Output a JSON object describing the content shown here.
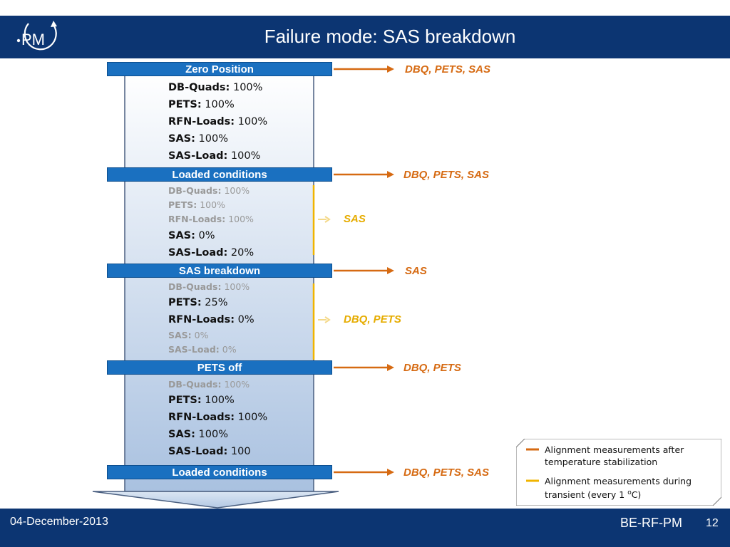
{
  "title": "Failure mode: SAS breakdown",
  "logo": "PM",
  "footer": {
    "date": "04-December-2013",
    "org": "BE-RF-PM",
    "page": "12"
  },
  "colors": {
    "header": "#0c3572",
    "stage": "#1a70c0",
    "orange": "#d66a12",
    "yellow": "#f0b400"
  },
  "stages": [
    {
      "label": "Zero Position",
      "measurement": "DBQ, PETS, SAS"
    },
    {
      "label": "Loaded conditions",
      "measurement": "DBQ, PETS, SAS"
    },
    {
      "label": "SAS breakdown",
      "measurement": "SAS"
    },
    {
      "label": "PETS off",
      "measurement": "DBQ, PETS"
    },
    {
      "label": "Loaded conditions",
      "measurement": "DBQ, PETS, SAS"
    }
  ],
  "transients": [
    {
      "measurement": "SAS"
    },
    {
      "measurement": "DBQ, PETS"
    }
  ],
  "blocks": [
    [
      {
        "name": "DB-Quads:",
        "value": "100%",
        "dim": false
      },
      {
        "name": "PETS:",
        "value": "100%",
        "dim": false
      },
      {
        "name": "RFN-Loads:",
        "value": "100%",
        "dim": false
      },
      {
        "name": "SAS:",
        "value": "100%",
        "dim": false
      },
      {
        "name": "SAS-Load:",
        "value": "100%",
        "dim": false
      }
    ],
    [
      {
        "name": "DB-Quads:",
        "value": "100%",
        "dim": true
      },
      {
        "name": "PETS:",
        "value": "100%",
        "dim": true
      },
      {
        "name": "RFN-Loads:",
        "value": "100%",
        "dim": true
      },
      {
        "name": "SAS:",
        "value": "0%",
        "dim": false
      },
      {
        "name": "SAS-Load:",
        "value": "20%",
        "dim": false
      }
    ],
    [
      {
        "name": "DB-Quads:",
        "value": "100%",
        "dim": true
      },
      {
        "name": "PETS:",
        "value": "25%",
        "dim": false
      },
      {
        "name": "RFN-Loads:",
        "value": "0%",
        "dim": false
      },
      {
        "name": "SAS:",
        "value": "0%",
        "dim": true
      },
      {
        "name": "SAS-Load:",
        "value": "0%",
        "dim": true
      }
    ],
    [
      {
        "name": "DB-Quads:",
        "value": "100%",
        "dim": true
      },
      {
        "name": "PETS:",
        "value": "100%",
        "dim": false
      },
      {
        "name": "RFN-Loads:",
        "value": "100%",
        "dim": false
      },
      {
        "name": "SAS:",
        "value": "100%",
        "dim": false
      },
      {
        "name": "SAS-Load:",
        "value": "100",
        "dim": false
      }
    ]
  ],
  "legend": {
    "orange_text": "Alignment measurements after temperature stabilization",
    "yellow_text_prefix": "Alignment measurements during transient (every 1 ",
    "yellow_text_sup": "o",
    "yellow_text_suffix": "C)"
  }
}
